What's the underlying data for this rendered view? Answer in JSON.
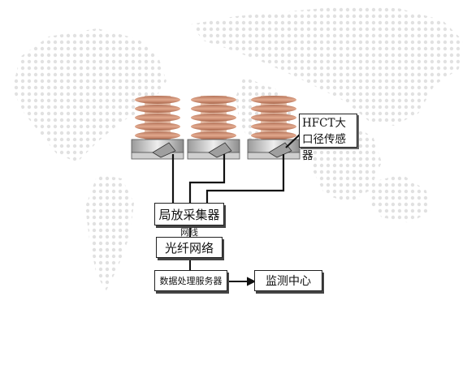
{
  "diagram": {
    "sensor_label": "HFCT大口径传感器",
    "collector": "局放采集器",
    "cable_label": "网线",
    "network": "光纤网络",
    "server": "数据处理服务器",
    "center": "监测中心"
  },
  "colors": {
    "map_dots": "#e1e1e1",
    "insulator_rib": "#c98a6c",
    "insulator_body": "#e7c2ad",
    "line": "#111111"
  }
}
